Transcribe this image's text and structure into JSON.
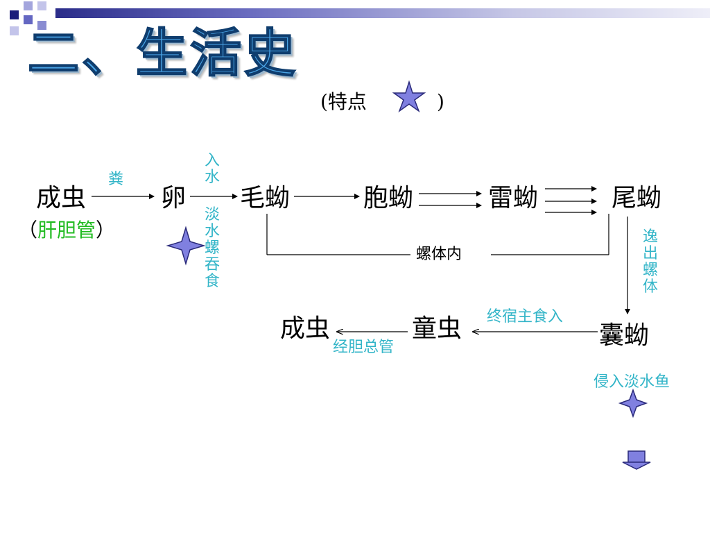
{
  "slide": {
    "title": "二、生活史",
    "note_open": "(特点",
    "note_close": ")"
  },
  "nodes": {
    "adult1": "成虫",
    "egg": "卵",
    "miracidium": "毛蚴",
    "sporocyst": "胞蚴",
    "redia": "雷蚴",
    "cercaria": "尾蚴",
    "metacercaria": "囊蚴",
    "juvenile": "童虫",
    "adult2": "成虫"
  },
  "labels": {
    "bile_duct_open": "（",
    "bile_duct": "肝胆管",
    "bile_duct_close": "）",
    "feces": "粪",
    "enter_water": "入水",
    "swallowed_by_snail": "淡水螺吞食",
    "inside_snail": "螺体内",
    "escape_snail": "逸出螺体",
    "invade_fish": "侵入淡水鱼",
    "eaten_by_host": "终宿主食入",
    "via_common_bile_duct": "经胆总管"
  },
  "colors": {
    "label_cyan": "#33b5c8",
    "green": "#22bb22",
    "star_fill": "#8080e0",
    "title_blue": "#4aa3e4"
  }
}
